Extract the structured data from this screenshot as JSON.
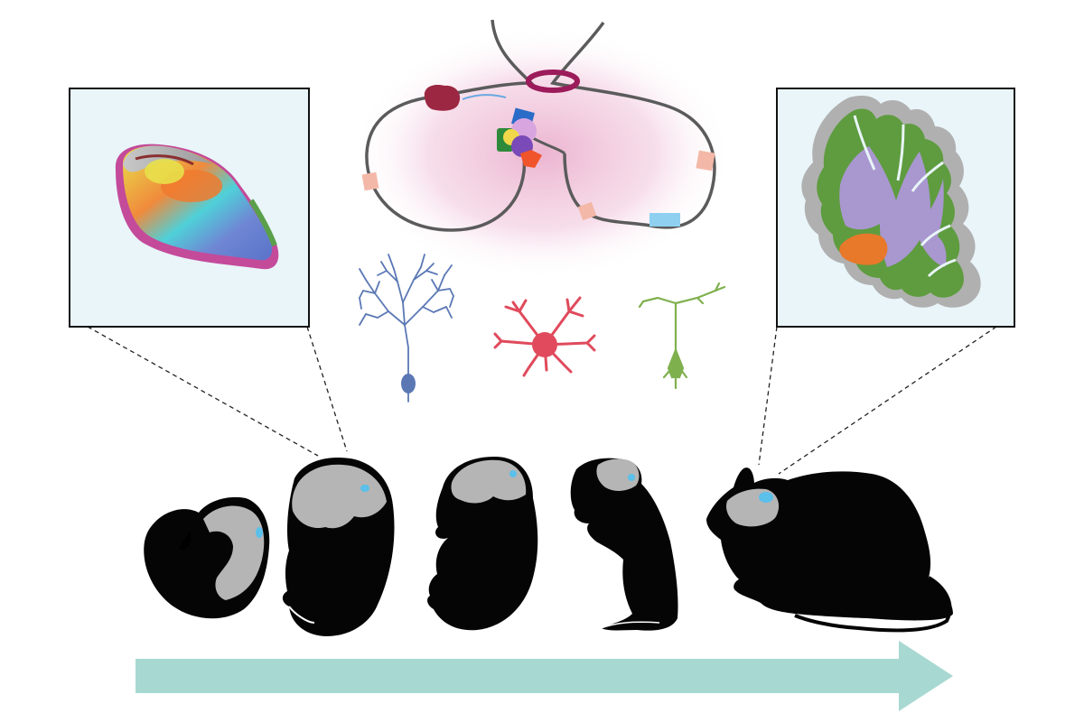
{
  "colors": {
    "background": "#ffffff",
    "inset_fill": "#e9f5f9",
    "inset_border": "#111111",
    "silhouette": "#050505",
    "brain": "#b5b5b5",
    "brain_highlight": "#5bc0ea",
    "timeline_arrow": "#a8d8d2",
    "chromatin_glow": "#e8a7c8",
    "chromatin_line": "#5b5b5b",
    "cohesin_ring": "#9c1b5a",
    "purkinje_neuron": "#5b78b5",
    "astrocyte": "#e04a5c",
    "pyramidal_neuron": "#7fb04e",
    "cerebellum_white_matter": "#a997cf",
    "cerebellum_granular_layer": "#5e9c3f",
    "cerebellum_molecular_layer": "#b0b0b0",
    "cerebellum_nucleus": "#e8782a"
  },
  "icons": [
    "embryonic-cerebellum-gradient-icon",
    "chromatin-loop-icon",
    "purkinje-neuron-icon",
    "astrocyte-icon",
    "pyramidal-neuron-icon",
    "adult-cerebellum-section-icon",
    "mouse-embryo-silhouette-icon",
    "adult-mouse-silhouette-icon",
    "timeline-arrow-icon"
  ],
  "developmental_stages": [
    "early-embryo",
    "mid-embryo",
    "late-embryo",
    "juvenile",
    "adult"
  ]
}
